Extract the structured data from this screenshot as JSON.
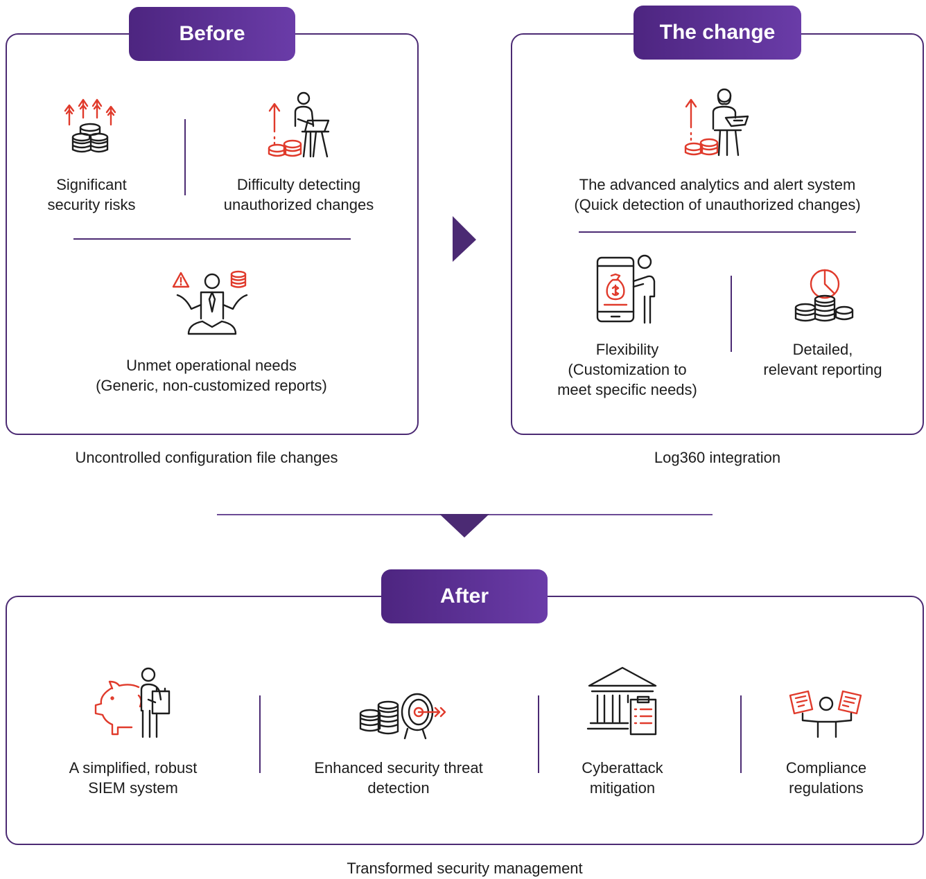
{
  "before": {
    "tag": "Before",
    "items": [
      {
        "line1": "Significant",
        "line2": "security risks",
        "icon": "stacked-coins-with-rising-arrows-icon"
      },
      {
        "line1": "Difficulty detecting",
        "line2": "unauthorized changes",
        "icon": "person-at-laptop-with-coins-icon"
      },
      {
        "line1": "Unmet operational needs",
        "line2": "(Generic, non-customized reports)",
        "icon": "person-balancing-warning-and-database-icon"
      }
    ],
    "caption": "Uncontrolled configuration file changes"
  },
  "change": {
    "tag": "The change",
    "items": [
      {
        "line1": "The advanced analytics and alert system",
        "line2": "(Quick detection of unauthorized changes)",
        "icon": "person-with-tablet-and-coins-icon"
      },
      {
        "line1": "Flexibility",
        "line2": "(Customization to",
        "line3": "meet specific needs)",
        "icon": "person-with-phone-money-bag-icon"
      },
      {
        "line1": "Detailed,",
        "line2": "relevant reporting",
        "icon": "coins-with-pie-chart-icon"
      }
    ],
    "caption": "Log360 integration"
  },
  "after": {
    "tag": "After",
    "items": [
      {
        "line1": "A simplified, robust",
        "line2": "SIEM system",
        "icon": "piggy-bank-with-person-icon"
      },
      {
        "line1": "Enhanced security threat",
        "line2": "detection",
        "icon": "coins-with-target-icon"
      },
      {
        "line1": "Cyberattack",
        "line2": "mitigation",
        "icon": "bank-building-with-checklist-icon"
      },
      {
        "line1": "Compliance",
        "line2": "regulations",
        "icon": "person-holding-documents-icon"
      }
    ],
    "caption": "Transformed security management"
  },
  "colors": {
    "accent": "#4b2a73",
    "tag_start": "#4d2580",
    "tag_end": "#6a3ca8",
    "icon_red": "#e03a2b"
  }
}
